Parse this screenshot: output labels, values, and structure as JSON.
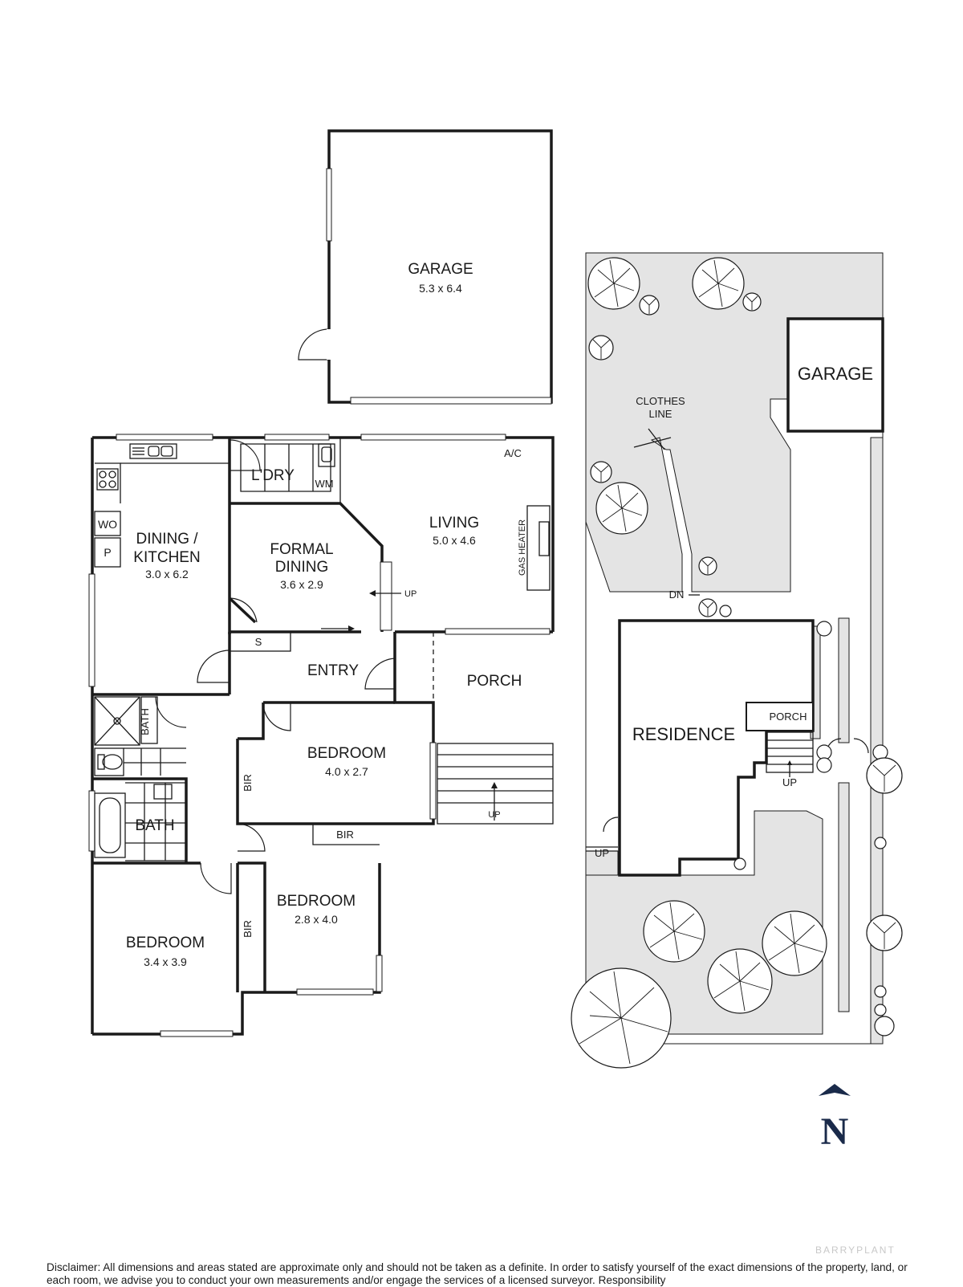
{
  "floor_plan": {
    "rooms": {
      "garage": {
        "name": "GARAGE",
        "dims": "5.3 x 6.4"
      },
      "laundry": {
        "name": "L'DRY",
        "fixture": "WM"
      },
      "living": {
        "name": "LIVING",
        "dims": "5.0 x 4.6",
        "fixture_ac": "A/C",
        "fixture_heater": "GAS HEATER"
      },
      "dining_kitchen": {
        "name_line1": "DINING /",
        "name_line2": "KITCHEN",
        "dims": "3.0 x 6.2",
        "fixture_wo": "WO",
        "fixture_p": "P"
      },
      "formal_dining": {
        "name_line1": "FORMAL",
        "name_line2": "DINING",
        "dims": "3.6 x 2.9"
      },
      "entry": {
        "name": "ENTRY",
        "fixture_s": "S"
      },
      "porch": {
        "name": "PORCH",
        "stairs_label": "UP"
      },
      "ensuite": {
        "name": "BATH"
      },
      "bath": {
        "name": "BATH"
      },
      "bedroom1": {
        "name": "BEDROOM",
        "dims": "4.0 x 2.7",
        "robe": "BIR"
      },
      "bedroom2": {
        "name": "BEDROOM",
        "dims": "2.8 x 4.0",
        "robe": "BIR",
        "robe2": "BIR"
      },
      "bedroom3": {
        "name": "BEDROOM",
        "dims": "3.4 x 3.9"
      }
    },
    "step_label": "UP"
  },
  "site_plan": {
    "garage": "GARAGE",
    "clothes_line_1": "CLOTHES",
    "clothes_line_2": "LINE",
    "residence": "RESIDENCE",
    "porch": "PORCH",
    "dn": "DN",
    "up_front": "UP",
    "up_side": "UP",
    "north": "N"
  },
  "watermark": "BARRYPLANT",
  "disclaimer": "Disclaimer: All dimensions and areas stated are approximate only and should not be taken as a definite. In order to satisfy yourself of the exact dimensions of the property, land, or each room, we advise you to conduct your own measurements and/or engage the services of a licensed surveyor. Responsibility"
}
